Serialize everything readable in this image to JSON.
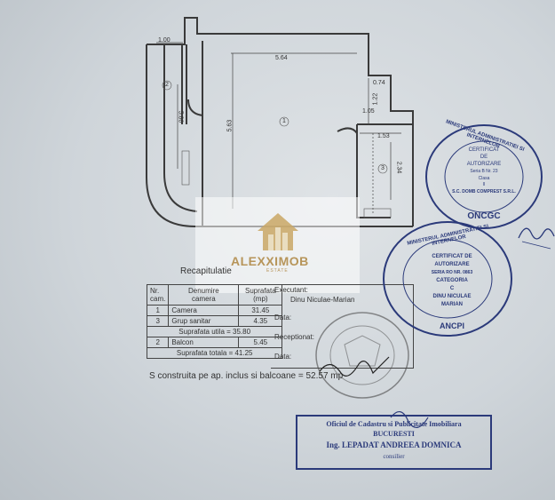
{
  "plan": {
    "dims": {
      "d1": "1.00",
      "d2": "5.64",
      "d3": "5.86",
      "d4": "5.63",
      "d5": "0.74",
      "d6": "1.22",
      "d7": "1.05",
      "d8": "1.53",
      "d9": "2.34"
    },
    "rooms": {
      "r1": "1",
      "r2": "2",
      "r3": "3"
    }
  },
  "watermark": {
    "brand": "ALEXXIMOB",
    "sub": "ESTATE"
  },
  "recap": {
    "title": "Recapitulatie",
    "headers": {
      "nr": "Nr.",
      "nr2": "cam.",
      "den": "Denumire",
      "den2": "camera",
      "sup": "Suprafata",
      "sup2": "(mp)"
    },
    "rows": [
      {
        "nr": "1",
        "name": "Camera",
        "area": "31.45"
      },
      {
        "nr": "3",
        "name": "Grup sanitar",
        "area": "4.35"
      }
    ],
    "util": "Suprafata utila = 35.80",
    "balcony": {
      "nr": "2",
      "name": "Balcon",
      "area": "5.45"
    },
    "total": "Suprafata totala = 41.25",
    "executant_label": "Executant:",
    "executant_name": "Dinu Niculae-Marian",
    "date_label1": "Data:",
    "receptionat": "Receptionat:",
    "date_label2": "Data:",
    "built": "S construita pe ap. inclus si balcoane = 52.57  mp"
  },
  "stamp1": {
    "ring": "MINISTERUL ADMINISTRATIEI SI INTERNELOR",
    "l1": "CERTIFICAT",
    "l2": "DE",
    "l3": "AUTORIZARE",
    "l4": "Seria B Nr. 23",
    "l5": "Clasa",
    "l6": "II",
    "l7": "S.C. DOMB COMPREST S.R.L.",
    "bottom": "ONCGC"
  },
  "stamp2": {
    "ring": "MINISTERUL ADMINISTRATIEI SI INTERNELOR",
    "l1": "CERTIFICAT DE",
    "l2": "AUTORIZARE",
    "l3": "SERIA RO NR. 0863",
    "l4": "CATEGORIA",
    "l5": "C",
    "l6": "DINU NICULAE",
    "l7": "MARIAN",
    "bottom": "ANCPI"
  },
  "office_stamp": {
    "l1": "Oficiul de Cadastru si Publicitate Imobiliara",
    "l2": "BUCURESTI",
    "l3": "Ing. LEPADAT ANDREEA DOMNICA",
    "l4": "consilier"
  }
}
